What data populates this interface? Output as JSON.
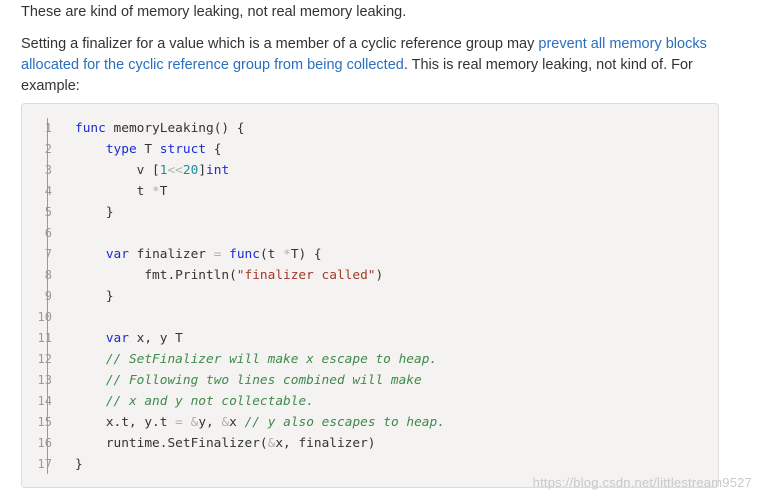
{
  "intro": {
    "text": "These are kind of memory leaking, not real memory leaking."
  },
  "paragraph": {
    "before_link": "Setting a finalizer for a value which is a member of a cyclic reference group may ",
    "link_text": "prevent all memory blocks allocated for the cyclic reference group from being collected",
    "after_link": ". This is real memory leaking, not kind of. For example:"
  },
  "code": {
    "line_numbers": [
      "1",
      "2",
      "3",
      "4",
      "5",
      "6",
      "7",
      "8",
      "9",
      "10",
      "11",
      "12",
      "13",
      "14",
      "15",
      "16",
      "17"
    ],
    "lines": [
      [
        {
          "t": "func",
          "c": "kw"
        },
        {
          "t": " memoryLeaking() {",
          "c": ""
        }
      ],
      [
        {
          "t": "    ",
          "c": ""
        },
        {
          "t": "type",
          "c": "kw"
        },
        {
          "t": " T ",
          "c": ""
        },
        {
          "t": "struct",
          "c": "kw"
        },
        {
          "t": " {",
          "c": ""
        }
      ],
      [
        {
          "t": "        v [",
          "c": ""
        },
        {
          "t": "1",
          "c": "num"
        },
        {
          "t": "<<",
          "c": "op"
        },
        {
          "t": "20",
          "c": "num"
        },
        {
          "t": "]",
          "c": ""
        },
        {
          "t": "int",
          "c": "kw"
        }
      ],
      [
        {
          "t": "        t ",
          "c": ""
        },
        {
          "t": "*",
          "c": "op"
        },
        {
          "t": "T",
          "c": ""
        }
      ],
      [
        {
          "t": "    }",
          "c": ""
        }
      ],
      [
        {
          "t": "",
          "c": ""
        }
      ],
      [
        {
          "t": "    ",
          "c": ""
        },
        {
          "t": "var",
          "c": "kw"
        },
        {
          "t": " finalizer ",
          "c": ""
        },
        {
          "t": "=",
          "c": "op"
        },
        {
          "t": " ",
          "c": ""
        },
        {
          "t": "func",
          "c": "kw"
        },
        {
          "t": "(t ",
          "c": ""
        },
        {
          "t": "*",
          "c": "op"
        },
        {
          "t": "T) {",
          "c": ""
        }
      ],
      [
        {
          "t": "         fmt.Println(",
          "c": ""
        },
        {
          "t": "\"finalizer called\"",
          "c": "str"
        },
        {
          "t": ")",
          "c": ""
        }
      ],
      [
        {
          "t": "    }",
          "c": ""
        }
      ],
      [
        {
          "t": "",
          "c": ""
        }
      ],
      [
        {
          "t": "    ",
          "c": ""
        },
        {
          "t": "var",
          "c": "kw"
        },
        {
          "t": " x, y T",
          "c": ""
        }
      ],
      [
        {
          "t": "    ",
          "c": ""
        },
        {
          "t": "// SetFinalizer will make x escape to heap.",
          "c": "cm"
        }
      ],
      [
        {
          "t": "    ",
          "c": ""
        },
        {
          "t": "// Following two lines combined will make",
          "c": "cm"
        }
      ],
      [
        {
          "t": "    ",
          "c": ""
        },
        {
          "t": "// x and y not collectable.",
          "c": "cm"
        }
      ],
      [
        {
          "t": "    x.t, y.t ",
          "c": ""
        },
        {
          "t": "=",
          "c": "op"
        },
        {
          "t": " ",
          "c": ""
        },
        {
          "t": "&",
          "c": "op"
        },
        {
          "t": "y, ",
          "c": ""
        },
        {
          "t": "&",
          "c": "op"
        },
        {
          "t": "x ",
          "c": ""
        },
        {
          "t": "// y also escapes to heap.",
          "c": "cm"
        }
      ],
      [
        {
          "t": "    runtime.SetFinalizer(",
          "c": ""
        },
        {
          "t": "&",
          "c": "op"
        },
        {
          "t": "x, finalizer)",
          "c": ""
        }
      ],
      [
        {
          "t": "}",
          "c": ""
        }
      ]
    ]
  },
  "watermark": {
    "text": "https://blog.csdn.net/littlestream9527"
  },
  "colors": {
    "link": "#2a6fbe",
    "keyword": "#1c2bd0",
    "number": "#17909b",
    "string": "#a33a2a",
    "comment": "#3f8a4b",
    "code_background": "#f4f3f1"
  }
}
